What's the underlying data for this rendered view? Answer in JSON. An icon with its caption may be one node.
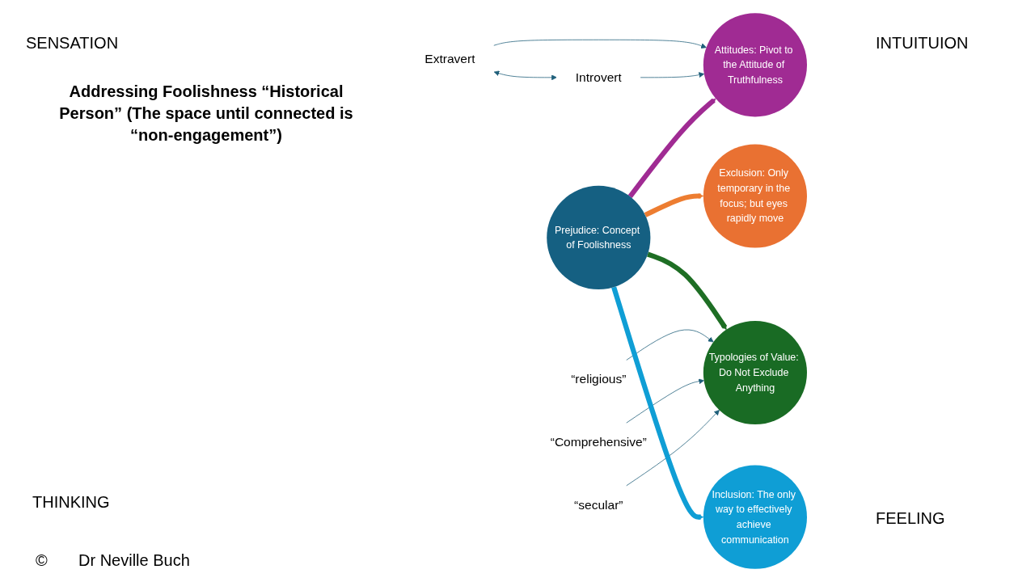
{
  "diagram": {
    "title": "Addressing Foolishness “Historical Person” (The space until connected is “non-engagement”)",
    "nodes": [
      {
        "text": [
          "Exclusion: Only temporary in the focus; but eyes rapidly move"
        ]
      },
      {
        "text": [
          "Extravert"
        ]
      },
      {
        "text": [
          "Introvert"
        ]
      },
      {
        "text": [
          "Attitudes: Pivot to the Attitude of Truthfulness"
        ]
      },
      {
        "text": [
          "Prejudice: Concept of Foolishness"
        ]
      },
      {
        "text": [
          "“religious”"
        ]
      },
      {
        "text": [
          "Typologies of Value: Do Not Exclude Anything"
        ]
      },
      {
        "text": [
          "“Comprehensive”"
        ]
      },
      {
        "text": [
          "“secular”"
        ]
      },
      {
        "text": [
          "Inclusion: The only way to effectively achieve communication"
        ]
      }
    ],
    "edges": [
      {
        "from": 4,
        "to": 0,
        "arrow": "to",
        "style": "thick",
        "color": "#ed7d31"
      },
      {
        "from": 1,
        "to": 2,
        "arrow": "both"
      },
      {
        "from": 1,
        "to": 3,
        "arrow": "to"
      },
      {
        "from": 2,
        "to": 3,
        "arrow": "to"
      },
      {
        "from": 4,
        "to": 3,
        "arrow": "to",
        "style": "thick",
        "color": "#a02b93"
      },
      {
        "from": 4,
        "to": 6,
        "arrow": "to",
        "style": "thick",
        "color": "#1e6e24"
      },
      {
        "from": 5,
        "to": 6,
        "arrow": "to"
      },
      {
        "from": 7,
        "to": 6,
        "arrow": "to"
      },
      {
        "from": 8,
        "to": 6,
        "arrow": "to"
      },
      {
        "from": 4,
        "to": 9,
        "arrow": "to",
        "style": "thick",
        "color": "#0f9ed5"
      }
    ],
    "labels": [
      "SENSATION",
      "INTUITUION",
      "THINKING",
      "FEELING",
      "©",
      "Dr Neville Buch"
    ]
  }
}
